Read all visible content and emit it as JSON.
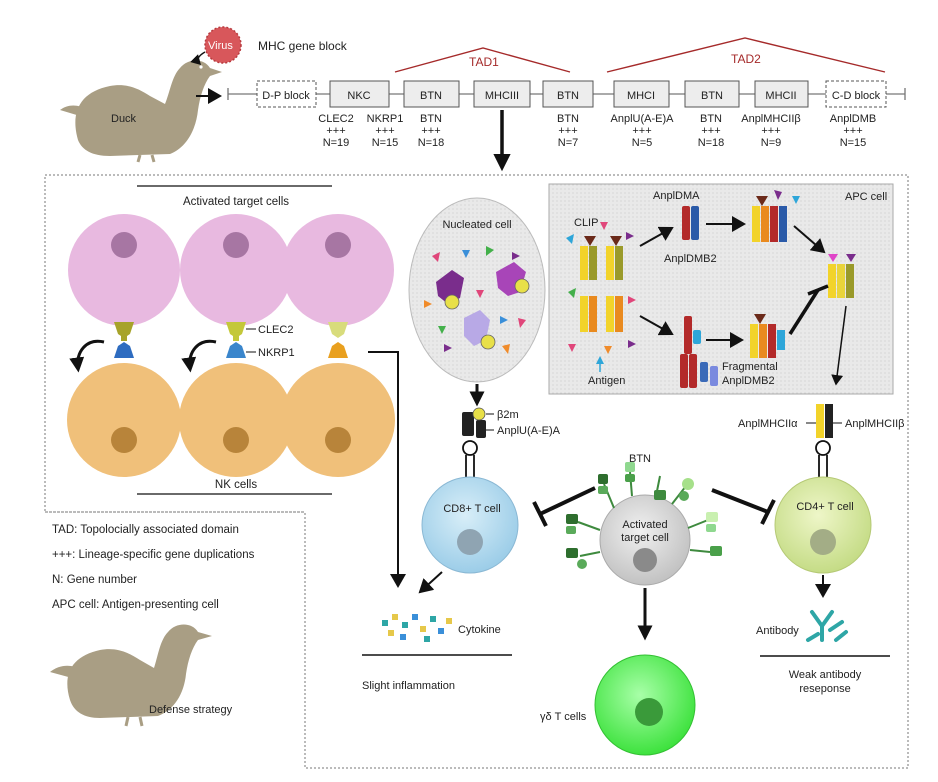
{
  "header": {
    "virus": "Virus",
    "mhc_gene_block": "MHC gene block",
    "duck": "Duck",
    "tad1": "TAD1",
    "tad2": "TAD2",
    "genes": [
      {
        "label": "D-P block",
        "dashed": true,
        "note": []
      },
      {
        "label": "NKC",
        "dashed": false,
        "note": []
      },
      {
        "label": "BTN",
        "dashed": false,
        "note": [
          "BTN",
          "+++",
          "N=18"
        ]
      },
      {
        "label": "MHCIII",
        "dashed": false,
        "note": []
      },
      {
        "label": "BTN",
        "dashed": false,
        "note": [
          "BTN",
          "+++",
          "N=7"
        ]
      },
      {
        "label": "MHCI",
        "dashed": false,
        "note": [
          "AnplU(A-E)A",
          "+++",
          "N=5"
        ]
      },
      {
        "label": "BTN",
        "dashed": false,
        "note": [
          "BTN",
          "+++",
          "N=18"
        ]
      },
      {
        "label": "MHCII",
        "dashed": false,
        "note": [
          "AnplMHCIIβ",
          "+++",
          "N=9"
        ]
      },
      {
        "label": "C-D block",
        "dashed": true,
        "note": [
          "AnplDMB",
          "+++",
          "N=15"
        ]
      }
    ],
    "nkc_notes": [
      [
        "CLEC2",
        "+++",
        "N=19"
      ],
      [
        "NKRP1",
        "+++",
        "N=15"
      ]
    ]
  },
  "nk_panel": {
    "activated_target_cells": "Activated target cells",
    "nk_cells": "NK cells",
    "clec2": "CLEC2",
    "nkrp1": "NKRP1"
  },
  "legend": {
    "items": [
      "TAD: Topolocially associated domain",
      "+++: Lineage-specific gene duplications",
      "N: Gene number",
      "APC cell: Antigen-presenting cell"
    ],
    "defense_strategy": "Defense strategy"
  },
  "nucleated": {
    "title": "Nucleated cell",
    "b2m": "β2m",
    "anplu": "AnplU(A-E)A"
  },
  "apc": {
    "title": "APC cell",
    "clip": "CLIP",
    "anpldma": "AnplDMA",
    "anpldmb2": "AnplDMB2",
    "antigen": "Antigen",
    "fragmental_1": "Fragmental",
    "fragmental_2": "AnplDMB2"
  },
  "mhcii_labels": {
    "alpha": "AnplMHCIIα",
    "beta": "AnplMHCIIβ"
  },
  "cells": {
    "cd8": "CD8+ T cell",
    "cd4": "CD4+ T cell",
    "btn": "BTN",
    "activated_1": "Activated",
    "activated_2": "target cell",
    "gd": "γδ T cells"
  },
  "outcomes": {
    "cytokine": "Cytokine",
    "slight_inflammation": "Slight inflammation",
    "antibody": "Antibody",
    "weak_1": "Weak antibody",
    "weak_2": "reseponse"
  },
  "colors": {
    "pink_cell": "#e8b9e0",
    "nk_cell": "#f0c07a",
    "cd8_cell": "#b6dcef",
    "cd4_cell": "#d8e8a4",
    "gd_cell": "#5ef05e",
    "target_cell": "#d6d6d6",
    "tad_line": "#a52a2a",
    "virus": "#d8575b"
  }
}
